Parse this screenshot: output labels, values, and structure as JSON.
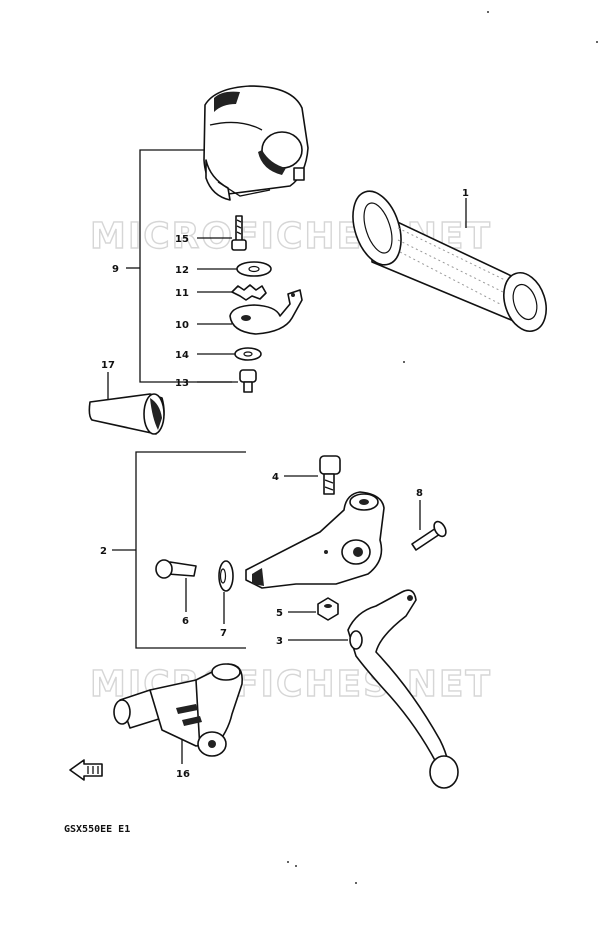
{
  "watermarks": [
    "MICROFICHES.NET",
    "MICROFICHES.NET"
  ],
  "model_code": "GSX550EE E1",
  "callouts": {
    "c1": "1",
    "c2": "2",
    "c3": "3",
    "c4": "4",
    "c5": "5",
    "c6": "6",
    "c7": "7",
    "c8": "8",
    "c9": "9",
    "c10": "10",
    "c11": "11",
    "c12": "12",
    "c13": "13",
    "c14": "14",
    "c15": "15",
    "c16": "16",
    "c17": "17"
  },
  "icons": {
    "front_arrow": "front-arrow-icon"
  }
}
